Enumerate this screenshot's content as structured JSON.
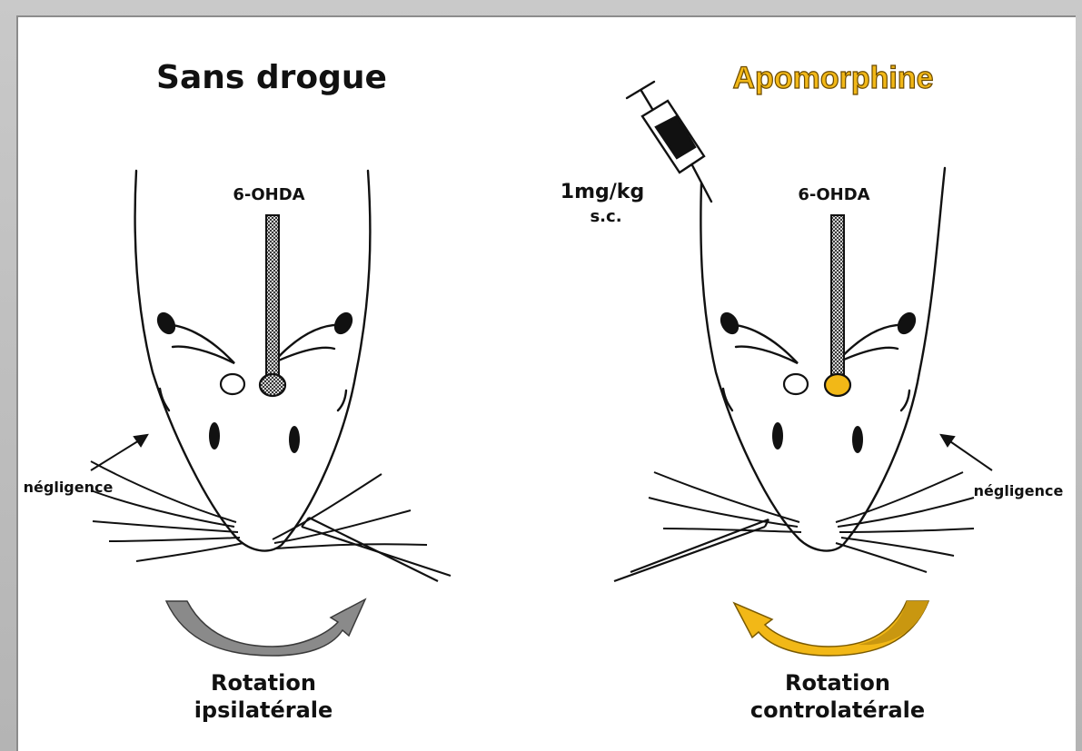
{
  "left_panel": {
    "title": "Sans drogue",
    "injection_label": "6-OHDA",
    "neglect_label": "négligence",
    "rotation_line1": "Rotation",
    "rotation_line2": "ipsilatérale"
  },
  "right_panel": {
    "title": "Apomorphine",
    "dose_line1": "1mg/kg",
    "dose_line2": "s.c.",
    "injection_label": "6-OHDA",
    "neglect_label": "négligence",
    "rotation_line1": "Rotation",
    "rotation_line2": "controlatérale"
  },
  "colors": {
    "accent": "#f2b817",
    "accent_dark": "#c99710",
    "grey_arrow": "#8a8a8a",
    "ink": "#111111"
  },
  "icons": [
    "syringe-icon",
    "rat-head-left",
    "rat-head-right",
    "rotation-arrow-left",
    "rotation-arrow-right"
  ]
}
